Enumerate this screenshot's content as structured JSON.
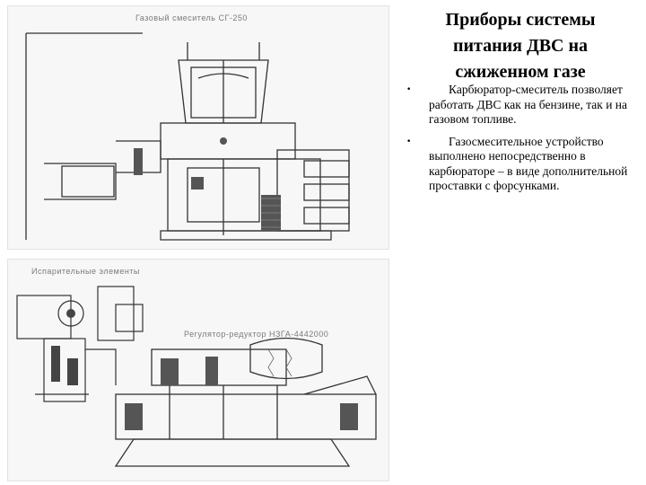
{
  "slide": {
    "title": "Приборы системы питания ДВС на сжиженном газе",
    "bullets": [
      {
        "text": "Карбюратор-смеситель позволяет работать ДВС как на бензине, так и на газовом топливе."
      },
      {
        "text": "Газосмесительное устройство выполнено непосредственно в карбюраторе – в виде дополнительной проставки с форсунками."
      }
    ]
  },
  "figures": {
    "top_caption": "Газовый смеситель СГ-250",
    "bottom_left_caption": "Испарительные элементы",
    "bottom_right_caption": "Регулятор-редуктор НЗГА-4442000"
  }
}
